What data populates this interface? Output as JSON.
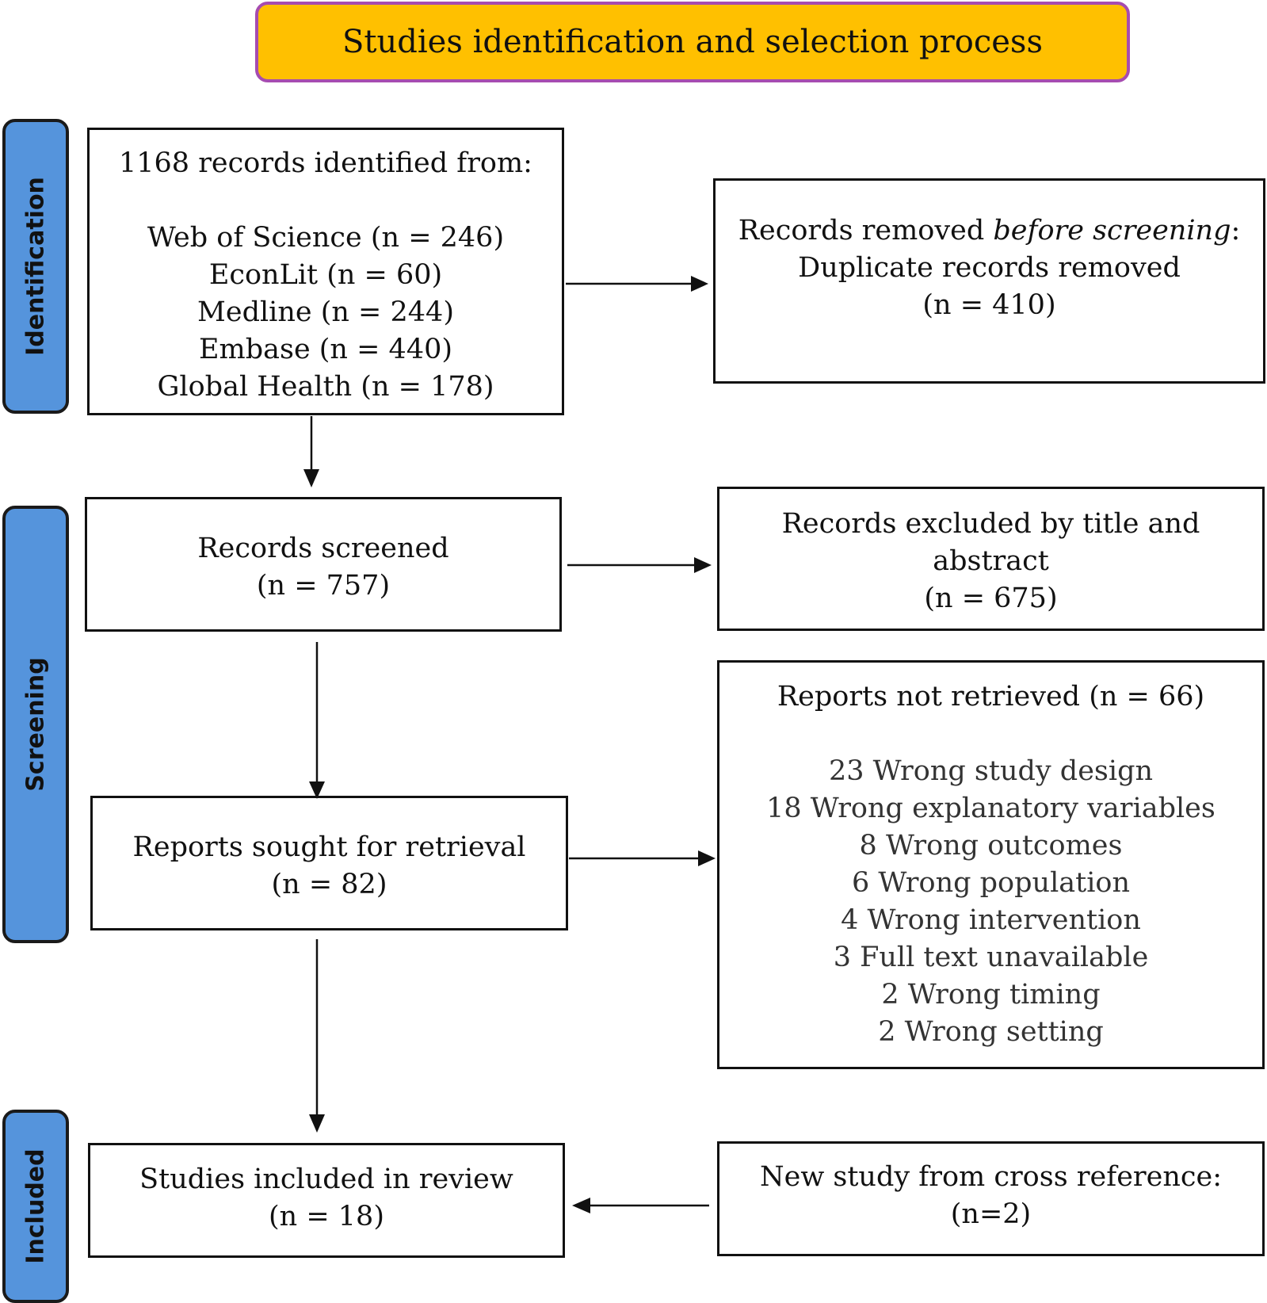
{
  "title": "Studies identification and selection process",
  "phases": {
    "identification": "Identification",
    "screening": "Screening",
    "included": "Included"
  },
  "identified": {
    "heading": "1168 records identified from:",
    "sources": [
      "Web of Science (n = 246)",
      "EconLit (n = 60)",
      "Medline (n = 244)",
      "Embase (n = 440)",
      "Global Health (n = 178)"
    ]
  },
  "removed": {
    "line1_prefix": "Records removed ",
    "line1_italic": "before screening",
    "line1_suffix": ":",
    "line2": "Duplicate records removed",
    "count": "(n = 410)"
  },
  "screened": {
    "label": "Records screened",
    "count": "(n = 757)"
  },
  "excluded": {
    "line1": "Records excluded by title and",
    "line2": "abstract",
    "count": "(n = 675)"
  },
  "sought": {
    "label": "Reports sought for retrieval",
    "count": "(n = 82)"
  },
  "not_retrieved": {
    "heading": "Reports not retrieved (n = 66)",
    "reasons": [
      "23 Wrong study design",
      "18 Wrong explanatory variables",
      "8 Wrong outcomes",
      "6 Wrong population",
      "4 Wrong intervention",
      "3 Full text unavailable",
      "2 Wrong timing",
      "2 Wrong setting"
    ]
  },
  "included": {
    "label": "Studies included in review",
    "count": "(n = 18)"
  },
  "cross_ref": {
    "label": "New study from cross reference:",
    "count": "(n=2)"
  }
}
